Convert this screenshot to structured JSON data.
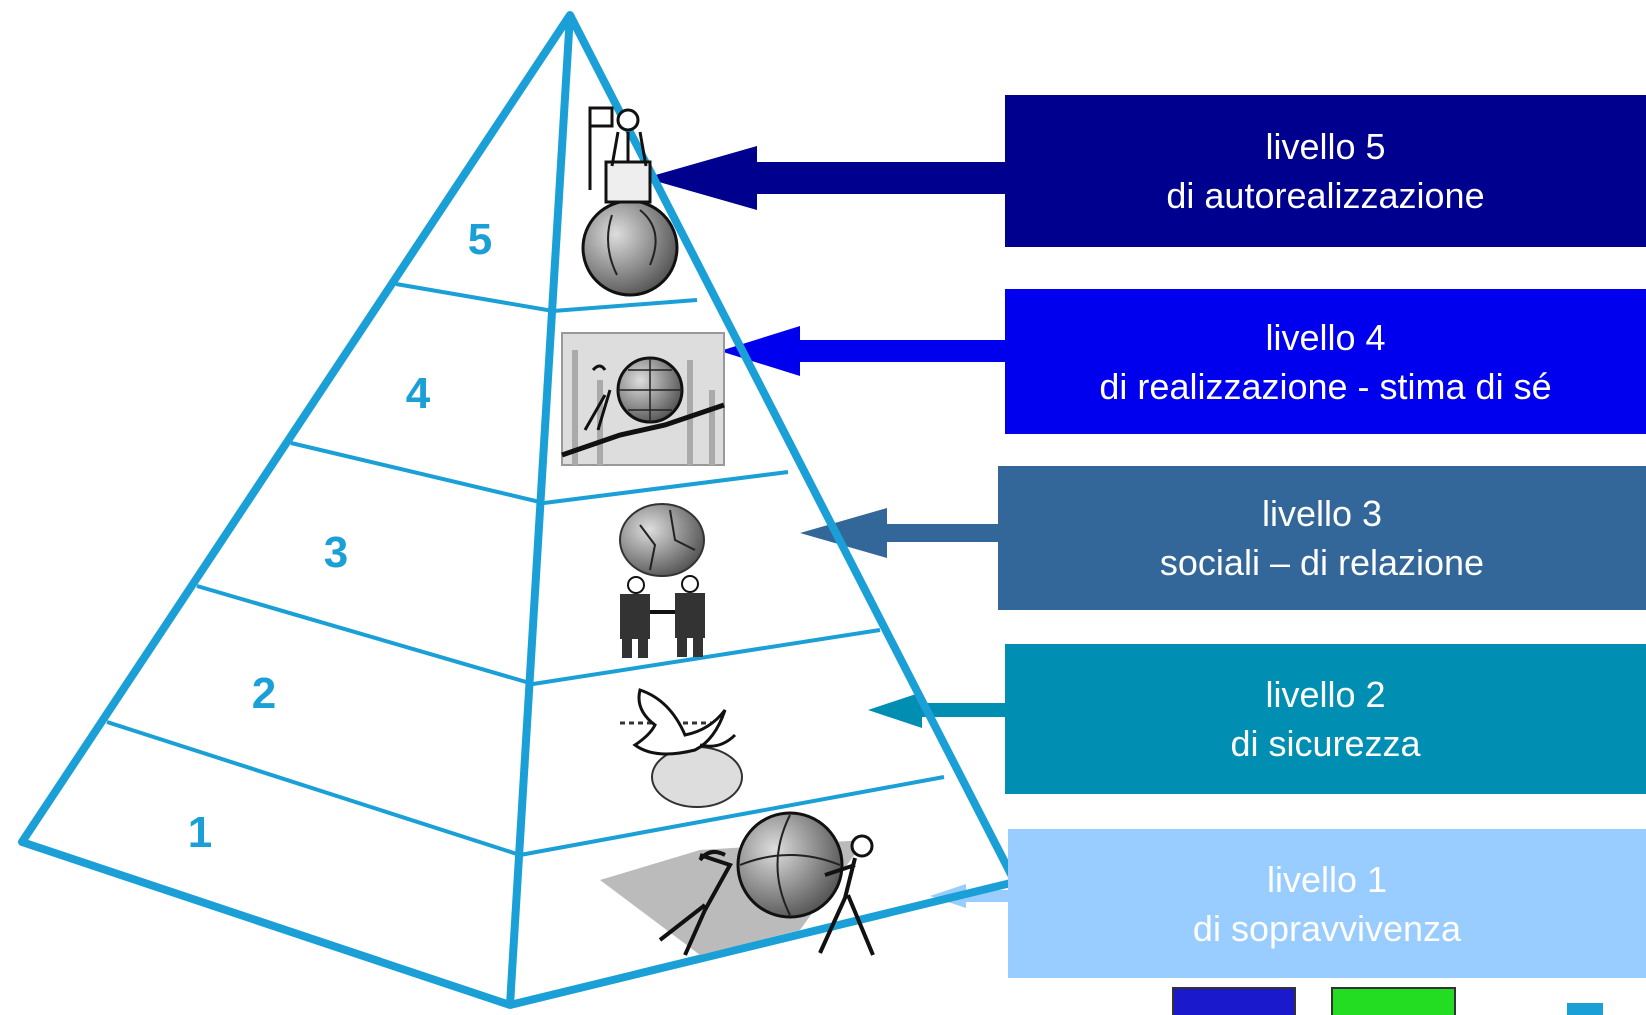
{
  "colors": {
    "pyramid_outline": "#1aa0d6",
    "level_numbers": "#1aa0d6",
    "level5": "#00008f",
    "level4": "#0000ee",
    "level3": "#336699",
    "level2": "#008fb3",
    "level1": "#99ccff",
    "box_text_dark": "#ffffff",
    "box_text_light": "#ffffff",
    "nav_back": "#1a1acc",
    "nav_home": "#22dd22",
    "nav_end": "#1aa0d6"
  },
  "pyramid": {
    "level_numbers": [
      "1",
      "2",
      "3",
      "4",
      "5"
    ],
    "icons": [
      "climber-on-globe-icon",
      "pushing-globe-chart-icon",
      "handshake-under-globe-icon",
      "dove-over-globe-icon",
      "people-holding-globe-icon"
    ]
  },
  "levels": [
    {
      "id": "5",
      "title": "livello 5",
      "subtitle": "di autorealizzazione"
    },
    {
      "id": "4",
      "title": "livello 4",
      "subtitle": "di realizzazione - stima di sé"
    },
    {
      "id": "3",
      "title": "livello 3",
      "subtitle": "sociali – di relazione"
    },
    {
      "id": "2",
      "title": "livello 2",
      "subtitle": "di sicurezza"
    },
    {
      "id": "1",
      "title": "livello 1",
      "subtitle": "di sopravvivenza"
    }
  ],
  "nav": {
    "buttons": [
      "back-button",
      "home-button",
      "end-button"
    ]
  }
}
